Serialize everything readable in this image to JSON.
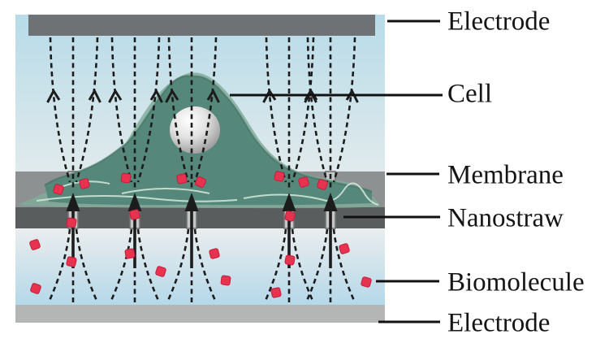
{
  "figure": {
    "kind": "schematic-diagram",
    "description_visible_parts": [
      "Electrode",
      "Cell",
      "Membrane",
      "Nanostraw",
      "Biomolecule",
      "Electrode"
    ]
  },
  "labels": [
    {
      "id": "electrode-top",
      "text": "Electrode"
    },
    {
      "id": "cell",
      "text": "Cell"
    },
    {
      "id": "membrane",
      "text": "Membrane"
    },
    {
      "id": "nanostraw",
      "text": "Nanostraw"
    },
    {
      "id": "biomolecule",
      "text": "Biomolecule"
    },
    {
      "id": "electrode-bottom",
      "text": "Electrode"
    }
  ],
  "diagram": {
    "nanostraw_count": 5,
    "field_funnel_count": 5,
    "biomolecule_count": 22,
    "arrow_direction": "up"
  },
  "colors": {
    "field_line": "#1c1c1c",
    "pointer_line": "#111111",
    "label_text": "#151515",
    "electrode_top": "#6f7274",
    "electrode_bottom": "#b4b6b5",
    "membrane": "#8e9192",
    "nanostraw_layer": "#595d5d",
    "nanostraw_tube": "#c5c7c7",
    "tube_edge": "#6e7272",
    "upper_chamber_top": "#b7dbe9",
    "upper_chamber_bottom": "#e0eaec",
    "lower_chamber_top": "#eaedee",
    "lower_chamber_bottom": "#b5d8e9",
    "cell_body": "#55887a",
    "cell_light": "#7fab9a",
    "cell_edge": "#477263",
    "cell_streak": "#d6eadd",
    "biomolecule": "#e73350"
  }
}
